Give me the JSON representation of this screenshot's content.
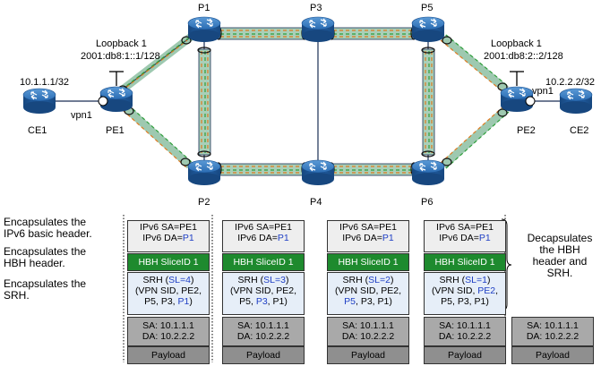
{
  "nodes": {
    "p1": "P1",
    "p3": "P3",
    "p5": "P5",
    "p2": "P2",
    "p4": "P4",
    "p6": "P6",
    "pe1": "PE1",
    "pe2": "PE2",
    "ce1": "CE1",
    "ce2": "CE2"
  },
  "labels": {
    "ce1_addr": "10.1.1.1/32",
    "ce2_addr": "10.2.2.2/32",
    "loopback_left_title": "Loopback 1",
    "loopback_left_addr": "2001:db8:1::1/128",
    "loopback_right_title": "Loopback 1",
    "loopback_right_addr": "2001:db8:2::2/128",
    "vpn_left": "vpn1",
    "vpn_right": "vpn1"
  },
  "notes": {
    "encap_basic": "Encapsulates the IPv6 basic header.",
    "encap_basic_l1": "Encapsulates the",
    "encap_basic_l2": "IPv6 basic header.",
    "encap_hbh_l1": "Encapsulates the",
    "encap_hbh_l2": "HBH header.",
    "encap_srh_l1": "Encapsulates the",
    "encap_srh_l2": "SRH.",
    "decap_l1": "Decapsulates",
    "decap_l2": "the HBH",
    "decap_l3": "header and",
    "decap_l4": "SRH."
  },
  "packets": [
    {
      "sa": "IPv6 SA=PE1",
      "da_prefix": "IPv6 DA=",
      "da_node": "P1",
      "hbh": "HBH SliceID 1",
      "srh_prefix": "SRH (",
      "sl": "SL=4",
      "srh_suffix": ")",
      "list_l1": "(VPN SID, PE2,",
      "list_l2a": "P5, P3, ",
      "list_l2b": "P1",
      "list_l2c": ")"
    },
    {
      "sa": "IPv6 SA=PE1",
      "da_prefix": "IPv6 DA=",
      "da_node": "P1",
      "hbh": "HBH SliceID 1",
      "srh_prefix": "SRH (",
      "sl": "SL=3",
      "srh_suffix": ")",
      "list_l1": "(VPN SID, PE2,",
      "list_l2a": "P5, ",
      "list_l2b": "P3",
      "list_l2c": ", P1)"
    },
    {
      "sa": "IPv6 SA=PE1",
      "da_prefix": "IPv6 DA=",
      "da_node": "P1",
      "hbh": "HBH SliceID 1",
      "srh_prefix": "SRH (",
      "sl": "SL=2",
      "srh_suffix": ")",
      "list_l1": "(VPN SID, PE2,",
      "list_l2a": "",
      "list_l2b": "P5",
      "list_l2c": ", P3, P1)"
    },
    {
      "sa": "IPv6 SA=PE1",
      "da_prefix": "IPv6 DA=",
      "da_node": "P1",
      "hbh": "HBH SliceID 1",
      "srh_prefix": "SRH (",
      "sl": "SL=1",
      "srh_suffix": ")",
      "list_l1a": "(VPN SID, ",
      "list_l1b": "PE2",
      "list_l1c": ",",
      "list_l2a": "P5, P3, P1)",
      "list_l2b": "",
      "list_l2c": ""
    }
  ],
  "inner": {
    "sa": "SA: 10.1.1.1",
    "da": "DA: 10.2.2.2",
    "payload": "Payload"
  },
  "colors": {
    "router_body": "#1f5fa8",
    "router_top": "#3f86cc",
    "link_orange": "#e07a1f",
    "link_green": "#2e9e3a",
    "hbh_fill": "#1e8a2e",
    "sid_blue": "#1f3fc4"
  }
}
